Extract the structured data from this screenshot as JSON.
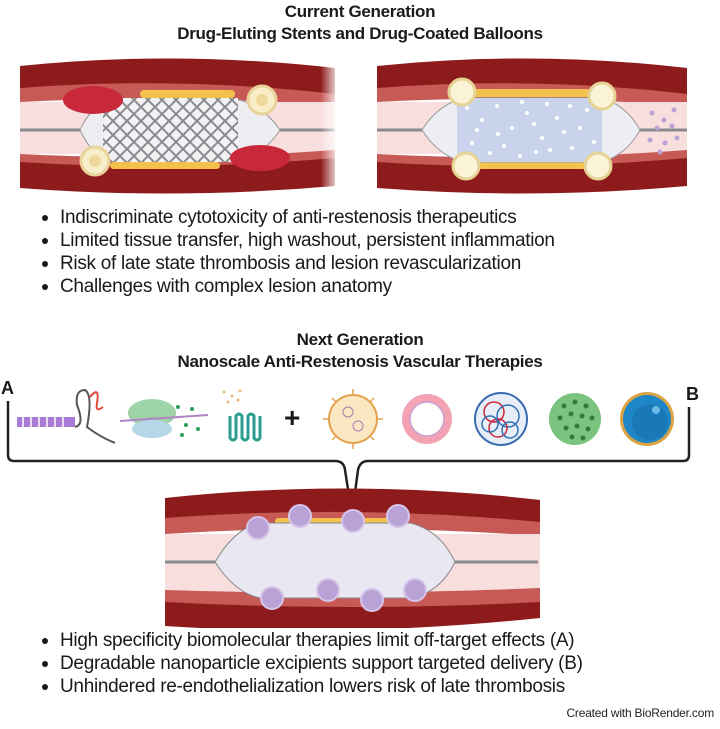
{
  "current": {
    "title_line1": "Current Generation",
    "title_line2": "Drug-Eluting Stents and Drug-Coated Balloons",
    "panels": [
      {
        "name": "drug-eluting-stent",
        "depiction": "stent mesh on balloon in artery with plaque and inflammatory cells"
      },
      {
        "name": "drug-coated-balloon",
        "depiction": "drug-coated balloon in artery releasing particles downstream"
      }
    ],
    "bullets": [
      "Indiscriminate cytotoxicity of anti-restenosis therapeutics",
      "Limited tissue transfer, high washout, persistent inflammation",
      "Risk of late state thrombosis and lesion revascularization",
      "Challenges with complex lesion anatomy"
    ]
  },
  "next": {
    "title_line1": "Next Generation",
    "title_line2": "Nanoscale Anti-Restenosis Vascular Therapies",
    "label_a": "A",
    "label_b": "B",
    "plus": "+",
    "therapeutics_a": [
      "nucleic-acid-therapy",
      "protein-ribosome-therapy",
      "receptor-targeting-therapy"
    ],
    "nanoparticles_b": [
      "micelle",
      "liposome",
      "polymeric-nanoparticle",
      "porous-nanoparticle",
      "core-shell-nanoparticle"
    ],
    "bullets": [
      "High specificity biomolecular therapies limit off-target effects (A)",
      "Degradable nanoparticle excipients support targeted delivery (B)",
      "Unhindered re-endothelialization lowers risk of late thrombosis"
    ]
  },
  "credit": "Created with BioRender.com",
  "colors": {
    "vessel_outer": "#8e1b1b",
    "vessel_mid": "#c0504d",
    "vessel_lumen": "#f8dcdc",
    "plaque": "#f2c14e",
    "clot": "#c8283a",
    "nanoparticle": "#b9a3d6"
  }
}
